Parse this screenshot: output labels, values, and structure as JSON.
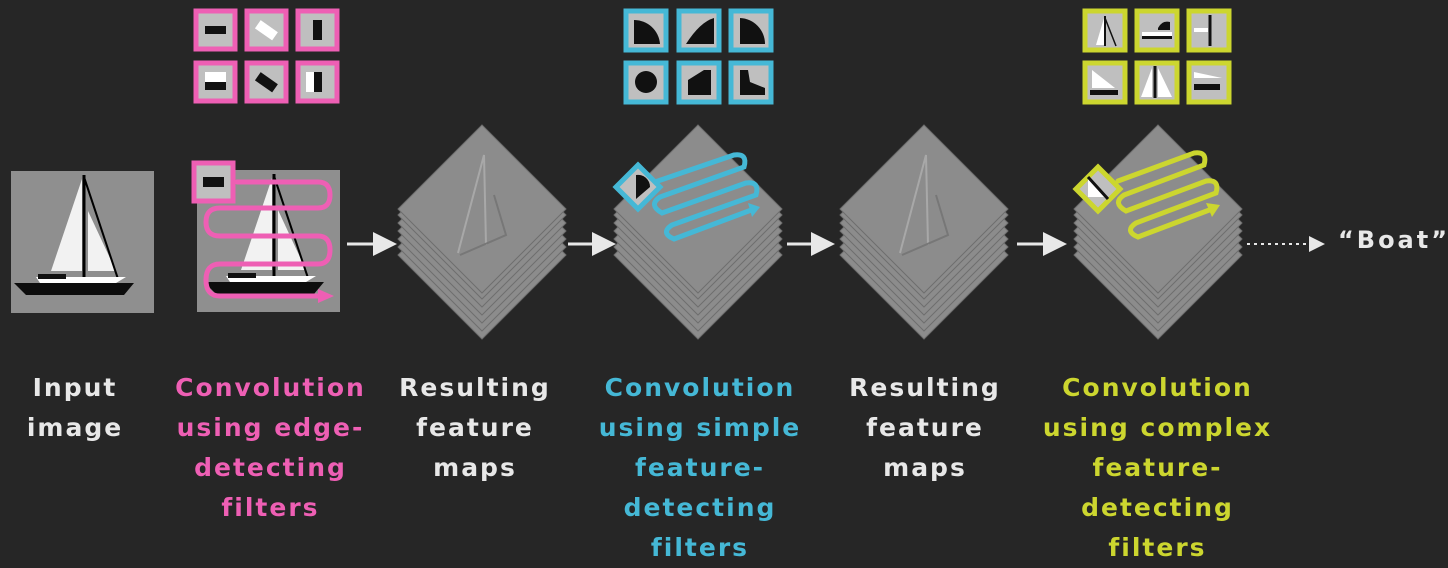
{
  "colors": {
    "background": "#262626",
    "label_white": "#e8e8e8",
    "edge_filters": "#ee5fb4",
    "simple_filters": "#45b8d6",
    "complex_filters": "#ccd62f",
    "feature_map": "#8f8f8f"
  },
  "stages": [
    {
      "label": "Input\nimage",
      "color": "#e8e8e8"
    },
    {
      "label": "Convolution\nusing edge-\ndetecting\nfilters",
      "color": "#ee5fb4"
    },
    {
      "label": "Resulting\nfeature\nmaps",
      "color": "#e8e8e8"
    },
    {
      "label": "Convolution\nusing simple\nfeature-\ndetecting\nfilters",
      "color": "#45b8d6"
    },
    {
      "label": "Resulting\nfeature\nmaps",
      "color": "#e8e8e8"
    },
    {
      "label": "Convolution\nusing complex\nfeature-\ndetecting\nfilters",
      "color": "#ccd62f"
    }
  ],
  "output": {
    "label": "“Boat”"
  },
  "icons": {
    "input": "sailboat-icon",
    "edge_filter": "edge-filter-icon",
    "simple_filter": "shape-filter-icon",
    "complex_filter": "boat-part-filter-icon",
    "feature_map_stack": "feature-map-stack-icon"
  }
}
